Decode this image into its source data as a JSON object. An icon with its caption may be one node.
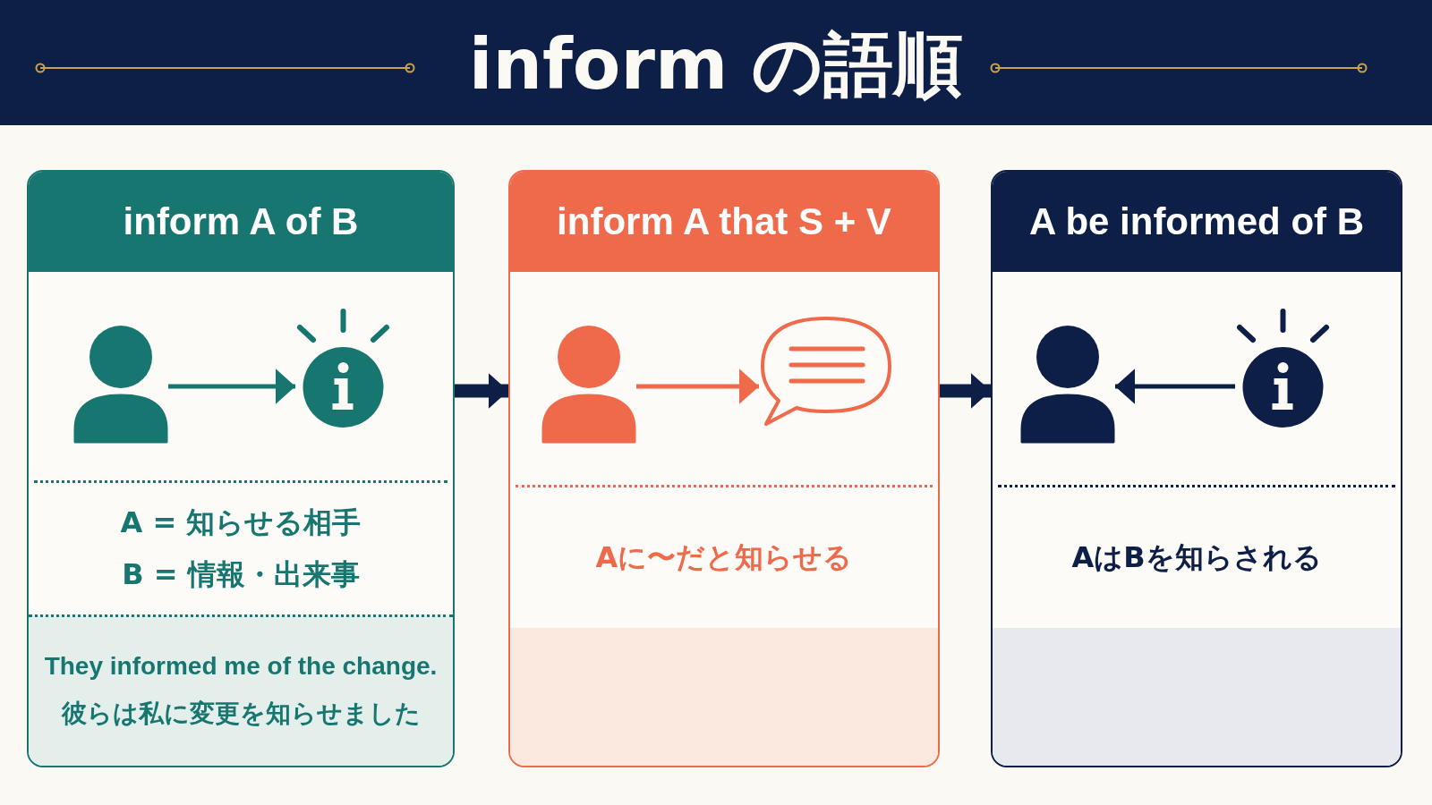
{
  "diagram": {
    "title": "inform の語順",
    "nodes": [
      {
        "text": [
          "inform A of B",
          "A = 知らせる相手",
          "B = 情報・出来事",
          "They informed me of the change.",
          "彼らは私に変更を知らせました"
        ]
      },
      {
        "text": [],
        "shape": "person",
        "in": 0
      },
      {
        "text": [],
        "shape": "circle",
        "in": 0
      },
      {
        "text": [
          "inform A that S + V",
          "Aに〜だと知らせる"
        ]
      },
      {
        "text": [],
        "shape": "person",
        "in": 3
      },
      {
        "text": [],
        "shape": "bubble",
        "in": 3
      },
      {
        "text": [
          "A be informed of B",
          "AはBを知らされる"
        ]
      },
      {
        "text": [],
        "shape": "person",
        "in": 6
      },
      {
        "text": [],
        "shape": "circle",
        "in": 6
      }
    ],
    "edges": [
      {
        "from": 1,
        "to": 2,
        "arrow": "to",
        "color": "#17766f"
      },
      {
        "from": 4,
        "to": 5,
        "arrow": "to",
        "color": "#ee6a4b"
      },
      {
        "from": 8,
        "to": 7,
        "arrow": "to",
        "color": "#0e1f47"
      },
      {
        "from": 0,
        "to": 3,
        "arrow": "to",
        "style": "thick",
        "color": "#0e1f47"
      },
      {
        "from": 3,
        "to": 6,
        "arrow": "to",
        "style": "thick",
        "color": "#0e1f47"
      }
    ]
  }
}
